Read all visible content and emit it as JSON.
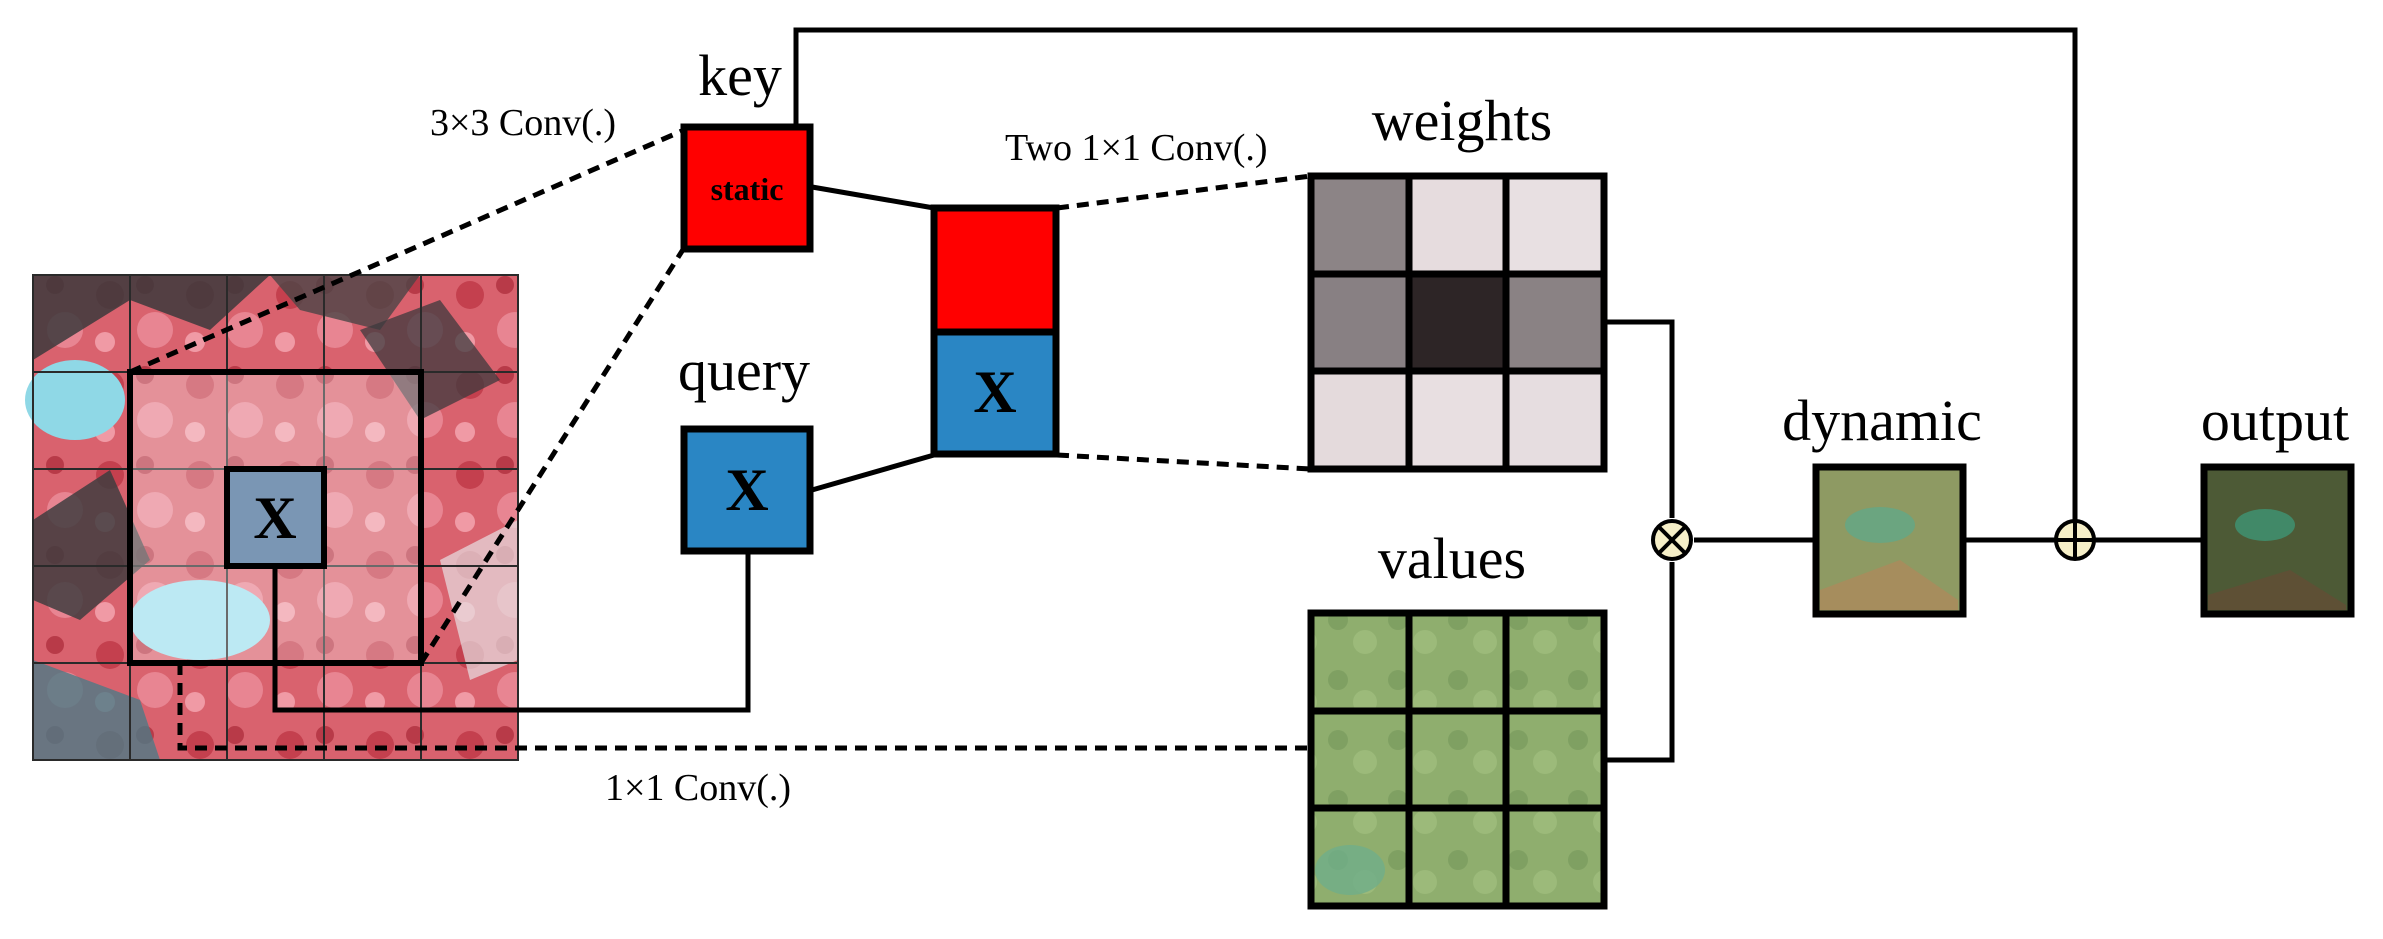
{
  "labels": {
    "key": "key",
    "query": "query",
    "weights": "weights",
    "values": "values",
    "dynamic": "dynamic",
    "output": "output",
    "static": "static",
    "x_symbol": "X",
    "conv3x3": "3×3 Conv(.)",
    "two_conv1x1": "Two 1×1 Conv(.)",
    "conv1x1": "1×1 Conv(.)",
    "multiply_symbol": "⊗",
    "add_symbol": "⊕"
  },
  "colors": {
    "key_red": "#ff0000",
    "query_blue": "#2a86c4",
    "operator_fill": "#f6efc8",
    "weights_cells": [
      "#8c8486",
      "#e6dcde",
      "#e8e0e2",
      "#888083",
      "#2d2526",
      "#8a8284",
      "#e4dadc",
      "#e8dfe1",
      "#e6dde0"
    ],
    "values_green": "#8fae6e",
    "dynamic_green": "#8e9a63",
    "output_green": "#4d5a36"
  },
  "icons": {
    "multiply": "circle-times-icon",
    "add": "circle-plus-icon"
  }
}
